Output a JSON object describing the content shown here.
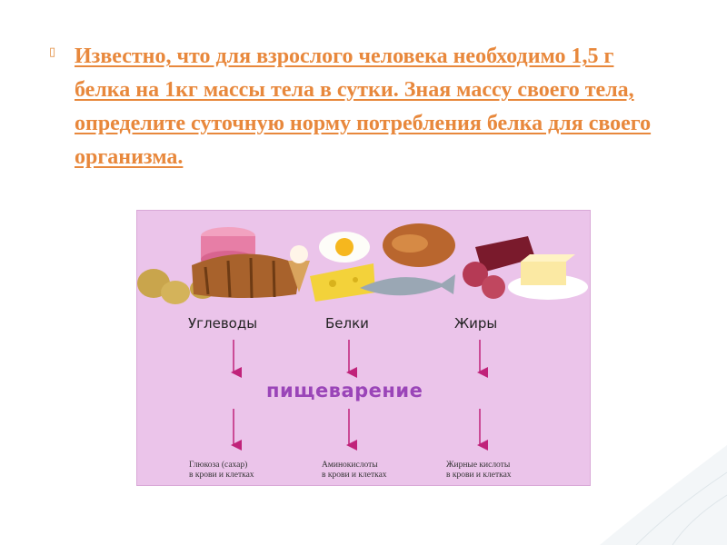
{
  "slide": {
    "bullet_icon": "bullet-glyph",
    "task_text": "Известно, что для взрослого человека необходимо 1,5 г белка на 1кг массы тела в сутки. Зная массу своего тела, определите суточную норму потребления белка для своего организма."
  },
  "figure": {
    "groups": [
      {
        "label": "Углеводы",
        "result_line1": "Глюкоза (сахар)",
        "result_line2": "в крови и клетках"
      },
      {
        "label": "Белки",
        "result_line1": "Аминокислоты",
        "result_line2": "в крови и клетках"
      },
      {
        "label": "Жиры",
        "result_line1": "Жирные кислоты",
        "result_line2": "в крови и клетках"
      }
    ],
    "process_label": "пищеварение",
    "colors": {
      "background": "#ebc4ea",
      "arrow": "#c0237a",
      "process": "#9a45b8",
      "task_text": "#e8883c"
    }
  }
}
